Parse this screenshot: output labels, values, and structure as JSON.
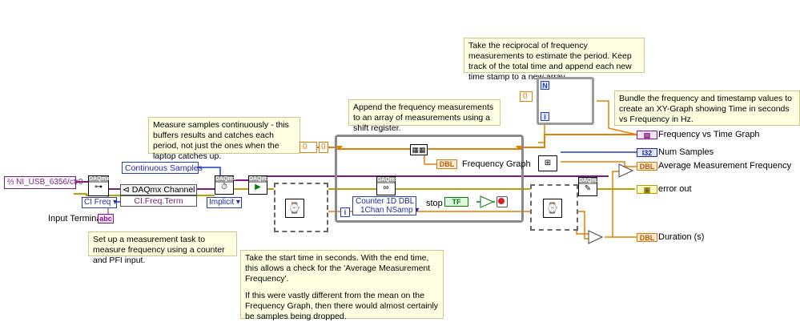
{
  "comments": {
    "reciprocal": "Take the reciprocal of frequency measurements to estimate the period. Keep track of the total time and append each new time stamp to a new array.",
    "bundle": "Bundle the frequency and timestamp values to create an XY-Graph showing Time in seconds vs Frequency in Hz.",
    "append": "Append the frequency measurements to an array of measurements using a shift register.",
    "continuous": "Measure samples continuously - this buffers results and catches each period, not just the ones when the laptop catches up.",
    "setup": "Set up a measurement task to measure frequency using a counter and PFI input.",
    "start_time_1": "Take the start time in seconds. With the end time, this allows a check for the 'Average Measurement Frequency'.",
    "start_time_2": "If this were vastly different from the mean on the Frequency Graph, then there would almost certainly be samples being dropped."
  },
  "controls": {
    "physical_channel": "NI_USB_6356/ctr0",
    "ci_freq": "CI Freq",
    "input_terminal_label": "Input Terminal",
    "input_terminal_badge": "abc",
    "continuous_samples": "Continuous Samples",
    "implicit": "Implicit",
    "daqmx_channel": "DAQmx Channel",
    "ci_freq_term": "CI.Freq.Term",
    "counter_read": "Counter 1D DBL",
    "counter_read_sub": "1Chan NSamp",
    "stop_label": "stop",
    "stop_value": "TF",
    "const_zero_a": "0",
    "const_zero_b": "0",
    "const_zero_c": "0",
    "loop_n": "N",
    "loop_i": "i",
    "while_i": "i",
    "daqmx": "DAQmx"
  },
  "indicators": {
    "freq_vs_time": "Frequency vs Time Graph",
    "frequency_graph": "Frequency Graph",
    "num_samples": "Num Samples",
    "avg_meas_freq": "Average Measurement Frequency",
    "error_out": "error out",
    "duration": "Duration (s)",
    "dbl_badge": "DBL",
    "i32_badge": "I32"
  },
  "colors": {
    "comment_bg": "#ffffe1",
    "orange_wire": "#e67e00",
    "purple_wire": "#7a1d7a",
    "error_wire": "#b8a000",
    "blue_wire": "#1f3fbf"
  }
}
